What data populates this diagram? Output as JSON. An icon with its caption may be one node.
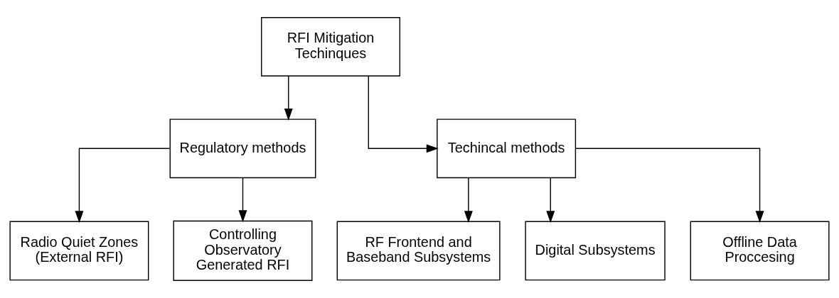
{
  "diagram": {
    "nodes": [
      {
        "text": [
          "RFI Mitigation Techinques"
        ]
      },
      {
        "text": [
          "Regulatory methods"
        ]
      },
      {
        "text": [
          "Techincal methods"
        ]
      },
      {
        "text": [
          "Radio Quiet Zones (External RFI)"
        ]
      },
      {
        "text": [
          "Controlling Observatory Generated RFI"
        ]
      },
      {
        "text": [
          "RF Frontend and Baseband Subsystems"
        ]
      },
      {
        "text": [
          "Digital Subsystems"
        ]
      },
      {
        "text": [
          "Offline Data Proccesing"
        ]
      }
    ],
    "edges": [
      {
        "from": 0,
        "to": 1,
        "arrow": "to"
      },
      {
        "from": 0,
        "to": 2,
        "arrow": "to"
      },
      {
        "from": 1,
        "to": 3,
        "arrow": "to"
      },
      {
        "from": 1,
        "to": 4,
        "arrow": "to"
      },
      {
        "from": 2,
        "to": 5,
        "arrow": "to"
      },
      {
        "from": 2,
        "to": 6,
        "arrow": "to"
      },
      {
        "from": 2,
        "to": 7,
        "arrow": "to"
      }
    ]
  }
}
